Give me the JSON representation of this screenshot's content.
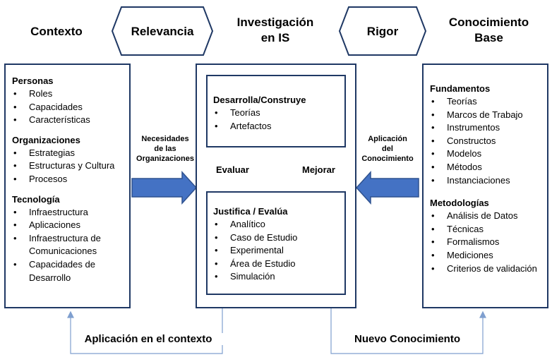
{
  "header": {
    "contexto": "Contexto",
    "relevancia": "Relevancia",
    "investigacion": [
      "Investigación",
      "en IS"
    ],
    "rigor": "Rigor",
    "conocimiento": [
      "Conocimiento",
      "Base"
    ]
  },
  "left": {
    "personas": {
      "title": "Personas",
      "items": [
        "Roles",
        "Capacidades",
        "Características"
      ]
    },
    "organizaciones": {
      "title": "Organizaciones",
      "items": [
        "Estrategias",
        "Estructuras y Cultura",
        "Procesos"
      ]
    },
    "tecnologia": {
      "title": "Tecnología",
      "items": [
        "Infraestructura",
        "Aplicaciones",
        "Infraestructura de Comunicaciones",
        "Capacidades de Desarrollo"
      ]
    }
  },
  "center": {
    "desarrolla": {
      "title": "Desarrolla/Construye",
      "items": [
        "Teorías",
        "Artefactos"
      ]
    },
    "justifica": {
      "title": "Justifica / Evalúa",
      "items": [
        "Analítico",
        "Caso de Estudio",
        "Experimental",
        "Área de Estudio",
        "Simulación"
      ]
    },
    "evaluar": "Evaluar",
    "mejorar": "Mejorar"
  },
  "right": {
    "fundamentos": {
      "title": "Fundamentos",
      "items": [
        "Teorías",
        "Marcos de Trabajo",
        "Instrumentos",
        "Constructos",
        "Modelos",
        "Métodos",
        "Instanciaciones"
      ]
    },
    "metodologias": {
      "title": "Metodologías",
      "items": [
        "Análisis de Datos",
        "Técnicas",
        "Formalismos",
        "Mediciones",
        "Criterios de validación"
      ]
    }
  },
  "arrows": {
    "necesidades": [
      "Necesidades",
      "de las",
      "Organizaciones"
    ],
    "aplicacion_conocimiento": [
      "Aplicación",
      "del",
      "Conocimiento"
    ]
  },
  "bottom": {
    "aplicacion_contexto": "Aplicación en el contexto",
    "nuevo_conocimiento": "Nuevo Conocimiento"
  },
  "colors": {
    "border": "#1f3864",
    "arrow_fill": "#4472c4",
    "arrow_stroke": "#2f528f",
    "thin_line": "#7f9fcf"
  }
}
